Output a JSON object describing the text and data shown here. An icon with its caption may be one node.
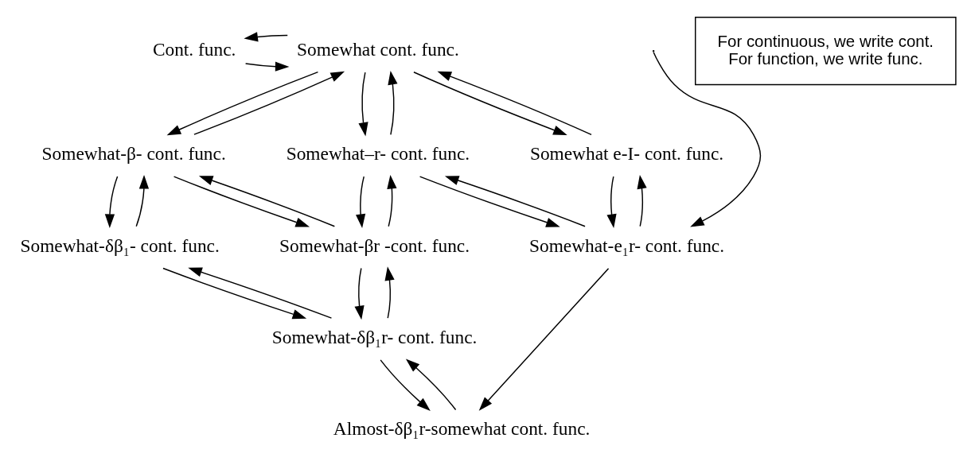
{
  "diagram": {
    "nodes": [
      {
        "text": [
          "Cont. func."
        ]
      },
      {
        "text": [
          "Somewhat cont. func."
        ]
      },
      {
        "text": [
          "Somewhat-β- cont. func."
        ]
      },
      {
        "text": [
          "Somewhat–r- cont. func."
        ]
      },
      {
        "text": [
          "Somewhat e-I- cont. func."
        ]
      },
      {
        "text": [
          "Somewhat-δβ₁- cont. func."
        ]
      },
      {
        "text": [
          "Somewhat-βr -cont. func."
        ]
      },
      {
        "text": [
          "Somewhat-e₁r- cont. func."
        ]
      },
      {
        "text": [
          "Somewhat-δβ₁r- cont. func."
        ]
      },
      {
        "text": [
          "Almost-δβ₁r-somewhat cont. func."
        ]
      },
      {
        "text": [
          "For continuous, we write cont.",
          "For function, we write func."
        ]
      }
    ],
    "edges": [
      {
        "from": 0,
        "to": 1,
        "arrow": "to"
      },
      {
        "from": 1,
        "to": 0,
        "arrow": "to"
      },
      {
        "from": 1,
        "to": 2,
        "arrow": "to"
      },
      {
        "from": 1,
        "to": 3,
        "arrow": "to"
      },
      {
        "from": 1,
        "to": 4,
        "arrow": "to"
      },
      {
        "from": 2,
        "to": 1,
        "arrow": "to"
      },
      {
        "from": 3,
        "to": 1,
        "arrow": "to"
      },
      {
        "from": 4,
        "to": 1,
        "arrow": "to"
      },
      {
        "from": 2,
        "to": 5,
        "arrow": "to"
      },
      {
        "from": 2,
        "to": 6,
        "arrow": "to"
      },
      {
        "from": 5,
        "to": 2,
        "arrow": "to"
      },
      {
        "from": 6,
        "to": 2,
        "arrow": "to"
      },
      {
        "from": 3,
        "to": 6,
        "arrow": "to"
      },
      {
        "from": 3,
        "to": 7,
        "arrow": "to"
      },
      {
        "from": 6,
        "to": 3,
        "arrow": "to"
      },
      {
        "from": 7,
        "to": 3,
        "arrow": "to"
      },
      {
        "from": 4,
        "to": 7,
        "arrow": "to"
      },
      {
        "from": 7,
        "to": 4,
        "arrow": "to"
      },
      {
        "from": 5,
        "to": 8,
        "arrow": "to"
      },
      {
        "from": 8,
        "to": 5,
        "arrow": "to"
      },
      {
        "from": 6,
        "to": 8,
        "arrow": "to"
      },
      {
        "from": 8,
        "to": 6,
        "arrow": "to"
      },
      {
        "from": 7,
        "to": 9,
        "arrow": "to"
      },
      {
        "from": 8,
        "to": 9,
        "arrow": "to"
      },
      {
        "from": 9,
        "to": 8,
        "arrow": "to"
      },
      {
        "from": null,
        "to": 7,
        "arrow": "to"
      }
    ]
  }
}
